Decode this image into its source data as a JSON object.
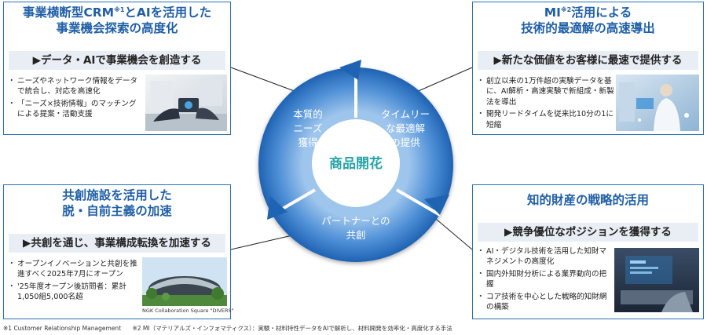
{
  "panels": {
    "top_left": {
      "title_line1": "事業横断型CRM",
      "title_sup": "※1",
      "title_line1_tail": "とAIを活用した",
      "title_line2": "事業機会探索の高度化",
      "subheading": "▶データ・AIで事業機会を創造する",
      "bullets": [
        "ニーズやネットワーク情報をデータで統合し、対応を高速化",
        "「ニーズ×技術情報」のマッチングによる提案・活動支援"
      ]
    },
    "top_right": {
      "title_head": "MI",
      "title_sup": "※2",
      "title_line1_tail": "活用による",
      "title_line2": "技術的最適解の高速導出",
      "subheading": "▶新たな価値をお客様に最速で提供する",
      "bullets": [
        "創立以来の1万件超の実験データを基に、AI解析・高速実験で新組成・新製法を導出",
        "開発リードタイムを従来比10分の1に短縮"
      ]
    },
    "bottom_left": {
      "title_line1": "共創施設を活用した",
      "title_line2": "脱・自前主義の加速",
      "subheading": "▶共創を通じ、事業構成転換を加速する",
      "bullets": [
        "オープンイノベーションと共創を推進すべく2025年7月にオープン",
        "'25年度オープン後訪問者：累計1,050組5,000名超"
      ],
      "photo_caption": "NGK Collaboration Square \"DIVERS\""
    },
    "bottom_right": {
      "title_line1": "知的財産の戦略的活用",
      "subheading": "▶競争優位なポジションを獲得する",
      "bullets": [
        "AI・デジタル技術を活用した知財マネジメントの高度化",
        "国内外知財分析による業界動向の把握",
        "コア技術を中心とした戦略的知財網の構築"
      ]
    }
  },
  "cycle": {
    "center": "商品開花",
    "segments": {
      "left": [
        "本質的",
        "ニーズ",
        "獲得"
      ],
      "right": [
        "タイムリー",
        "な最適解",
        "の提供"
      ],
      "bottom": [
        "パートナーとの",
        "共創"
      ]
    }
  },
  "footnotes": {
    "note1": "※1 Customer Relationship Management",
    "note2": "※2 MI（マテリアルズ・インフォマティクス）：実験・材料特性データをAIで解析し、材料開発を効率化・高度化する手法"
  },
  "colors": {
    "panel_border": "#2a6fb6",
    "title_blue": "#1f5fa8",
    "subheading_bg": "#e9eef5",
    "ring_dark": "#1f63b3",
    "ring_light": "#7fb2e6",
    "center_text": "#27a3a9"
  }
}
